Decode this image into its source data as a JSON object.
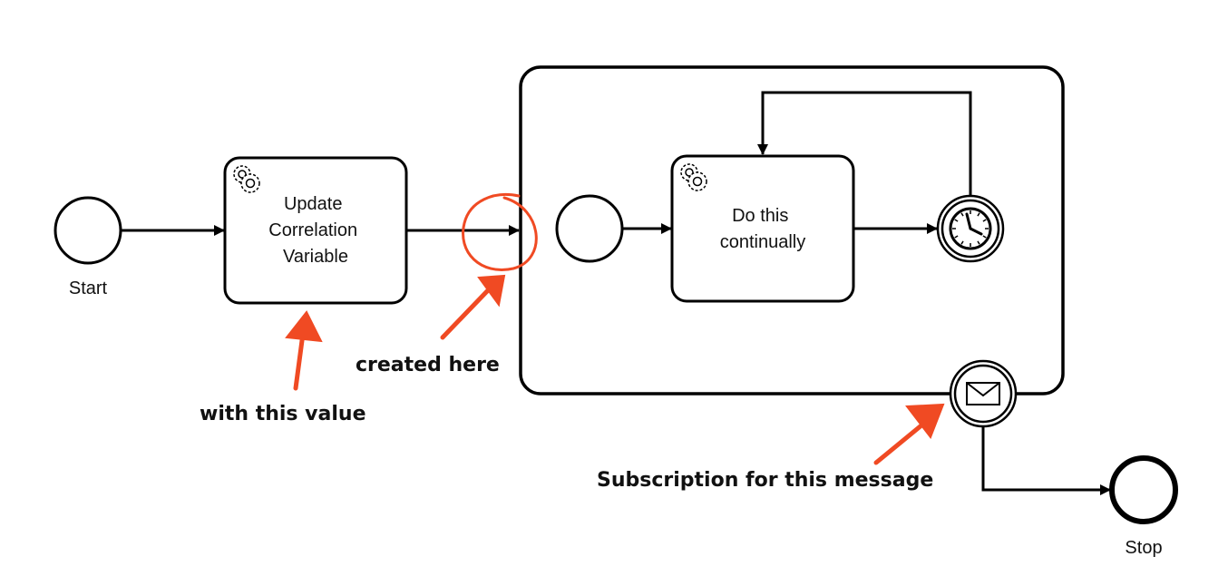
{
  "diagram": {
    "start_event": {
      "label": "Start"
    },
    "task_update": {
      "line1": "Update",
      "line2": "Correlation",
      "line3": "Variable"
    },
    "task_continual": {
      "line1": "Do this",
      "line2": "continually"
    },
    "end_event": {
      "label": "Stop"
    }
  },
  "annotations": {
    "value_note": "with this value",
    "created_note": "created here",
    "subscription_note": "Subscription for this message"
  },
  "colors": {
    "stroke": "#000000",
    "annotation": "#f04a23"
  }
}
